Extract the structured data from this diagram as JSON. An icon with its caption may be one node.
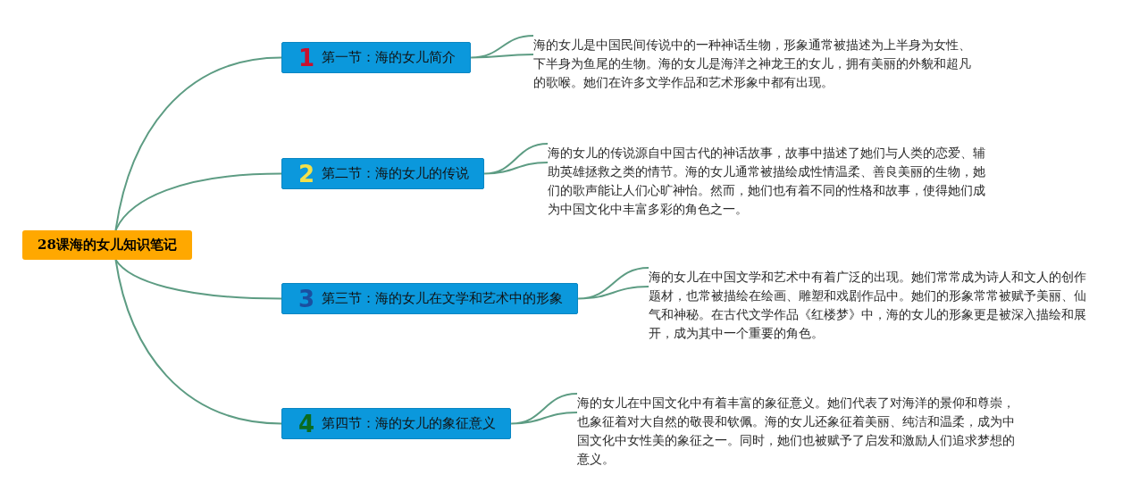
{
  "diagram": {
    "nodes": [
      {
        "text": [
          "28课海的女儿知识笔记"
        ]
      },
      {
        "text": [
          "1",
          "第一节：海的女儿简介"
        ]
      },
      {
        "text": [
          "海的女儿是中国民间传说中的一种神话生物，形象通常被描述为上半身为女性、下半身为鱼尾的生物。海的女儿是海洋之神龙王的女儿，拥有美丽的外貌和超凡的歌喉。她们在许多文学作品和艺术形象中都有出现。"
        ]
      },
      {
        "text": [
          "2",
          "第二节：海的女儿的传说"
        ]
      },
      {
        "text": [
          "海的女儿的传说源自中国古代的神话故事，故事中描述了她们与人类的恋爱、辅助英雄拯救之类的情节。海的女儿通常被描绘成性情温柔、善良美丽的生物，她们的歌声能让人们心旷神怡。然而，她们也有着不同的性格和故事，使得她们成为中国文化中丰富多彩的角色之一。"
        ]
      },
      {
        "text": [
          "3",
          "第三节：海的女儿在文学和艺术中的形象"
        ]
      },
      {
        "text": [
          "海的女儿在中国文学和艺术中有着广泛的出现。她们常常成为诗人和文人的创作题材，也常被描绘在绘画、雕塑和戏剧作品中。她们的形象常常被赋予美丽、仙气和神秘。在古代文学作品《红楼梦》中，海的女儿的形象更是被深入描绘和展开，成为其中一个重要的角色。"
        ]
      },
      {
        "text": [
          "4",
          "第四节：海的女儿的象征意义"
        ]
      },
      {
        "text": [
          "海的女儿在中国文化中有着丰富的象征意义。她们代表了对海洋的景仰和尊崇，也象征着对大自然的敬畏和钦佩。海的女儿还象征着美丽、纯洁和温柔，成为中国文化中女性美的象征之一。同时，她们也被赋予了启发和激励人们追求梦想的意义。"
        ]
      }
    ],
    "edges": [
      {
        "from": 0,
        "to": 1,
        "arrow": "none"
      },
      {
        "from": 1,
        "to": 2,
        "arrow": "none"
      },
      {
        "from": 0,
        "to": 3,
        "arrow": "none"
      },
      {
        "from": 3,
        "to": 4,
        "arrow": "none"
      },
      {
        "from": 0,
        "to": 5,
        "arrow": "none"
      },
      {
        "from": 5,
        "to": 6,
        "arrow": "none"
      },
      {
        "from": 0,
        "to": 7,
        "arrow": "none"
      },
      {
        "from": 7,
        "to": 8,
        "arrow": "none"
      }
    ]
  }
}
